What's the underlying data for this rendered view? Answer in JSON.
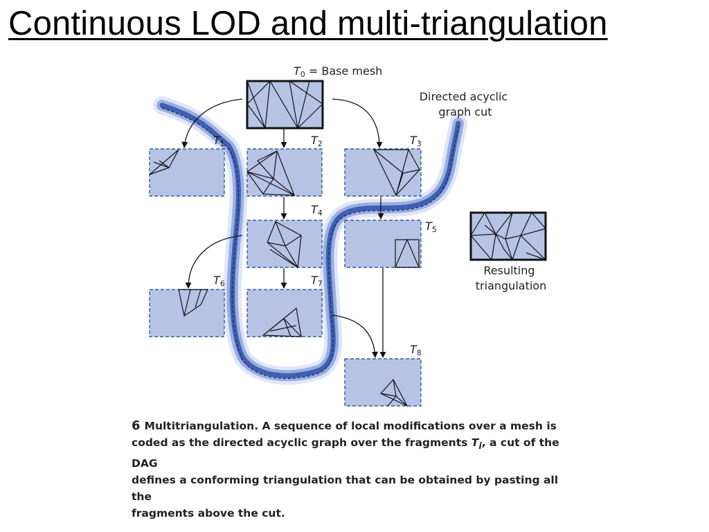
{
  "slide": {
    "title": "Continuous LOD and multi-triangulation"
  },
  "diagram": {
    "base_mesh": {
      "symbol": "T",
      "index": "0",
      "text": " = Base mesh"
    },
    "cut_label": [
      "Directed acyclic",
      "graph cut"
    ],
    "result_label": [
      "Resulting",
      "triangulation"
    ],
    "fragments": [
      {
        "symbol": "T",
        "index": "1"
      },
      {
        "symbol": "T",
        "index": "2"
      },
      {
        "symbol": "T",
        "index": "3"
      },
      {
        "symbol": "T",
        "index": "4"
      },
      {
        "symbol": "T",
        "index": "5"
      },
      {
        "symbol": "T",
        "index": "6"
      },
      {
        "symbol": "T",
        "index": "7"
      },
      {
        "symbol": "T",
        "index": "8"
      }
    ],
    "colors": {
      "fragment_fill": "#b7c3e5",
      "fragment_border": "#2f5fa0",
      "cut_band": "#3f5fb0"
    }
  },
  "caption": {
    "number": "6",
    "line1": "Multitriangulation. A sequence of local modifications over a mesh is",
    "line2_a": "coded as the directed acyclic graph over the fragments ",
    "line2_sym": "T",
    "line2_sub": "i",
    "line2_b": ", a cut of the DAG",
    "line3": "defines a conforming triangulation that can be obtained by pasting all the",
    "line4": "fragments above the cut."
  }
}
